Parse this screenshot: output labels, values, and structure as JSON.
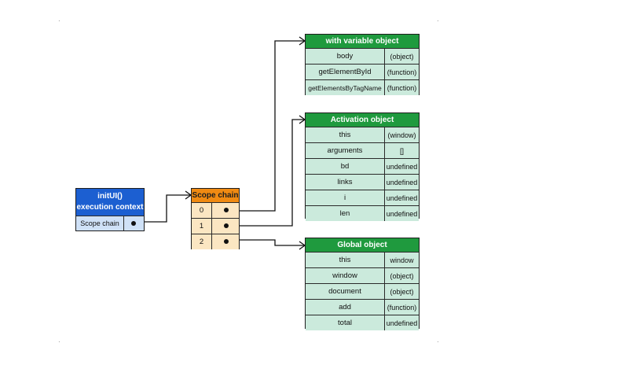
{
  "context": {
    "title_line1": "initUI()",
    "title_line2": "execution context",
    "row_label": "Scope chain"
  },
  "scope_chain": {
    "title": "Scope chain",
    "rows": [
      "0",
      "1",
      "2"
    ]
  },
  "with_object": {
    "title": "with variable object",
    "rows": [
      {
        "k": "body",
        "v": "(object)"
      },
      {
        "k": "getElementById",
        "v": "(function)"
      },
      {
        "k": "getElementsByTagName",
        "v": "(function)"
      }
    ]
  },
  "activation_object": {
    "title": "Activation object",
    "rows": [
      {
        "k": "this",
        "v": "(window)"
      },
      {
        "k": "arguments",
        "v": "[]"
      },
      {
        "k": "bd",
        "v": "undefined"
      },
      {
        "k": "links",
        "v": "undefined"
      },
      {
        "k": "i",
        "v": "undefined"
      },
      {
        "k": "len",
        "v": "undefined"
      }
    ]
  },
  "global_object": {
    "title": "Global object",
    "rows": [
      {
        "k": "this",
        "v": "window"
      },
      {
        "k": "window",
        "v": "(object)"
      },
      {
        "k": "document",
        "v": "(object)"
      },
      {
        "k": "add",
        "v": "(function)"
      },
      {
        "k": "total",
        "v": "undefined"
      }
    ]
  },
  "colors": {
    "green_header": "#1f9a3e",
    "green_row": "#cbeadc",
    "blue_header": "#1c5fd1",
    "blue_row": "#cfe1f7",
    "orange_header": "#f08a12",
    "orange_row": "#fbe6c2"
  }
}
